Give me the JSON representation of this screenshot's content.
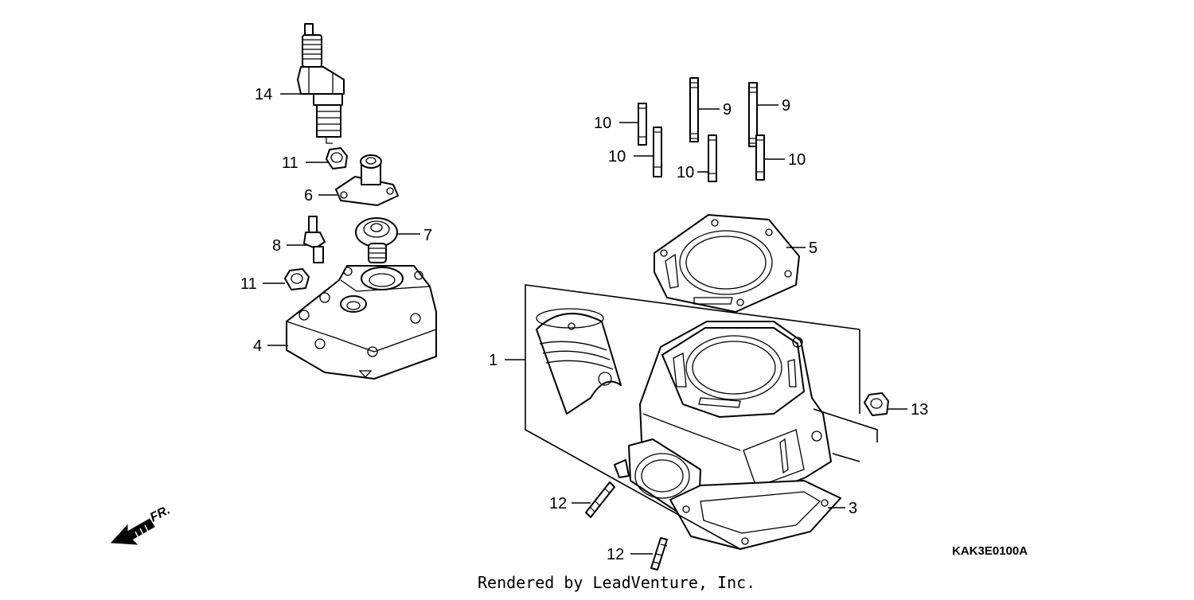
{
  "diagram": {
    "callouts": {
      "c1": "1",
      "c3": "3",
      "c4": "4",
      "c5": "5",
      "c6": "6",
      "c7": "7",
      "c8": "8",
      "c9a": "9",
      "c9b": "9",
      "c10a": "10",
      "c10b": "10",
      "c10c": "10",
      "c10d": "10",
      "c11a": "11",
      "c11b": "11",
      "c12a": "12",
      "c12b": "12",
      "c13": "13",
      "c14": "14"
    },
    "direction_label": "FR.",
    "diagram_code": "KAK3E0100A",
    "credit": "Rendered by LeadVenture, Inc."
  }
}
